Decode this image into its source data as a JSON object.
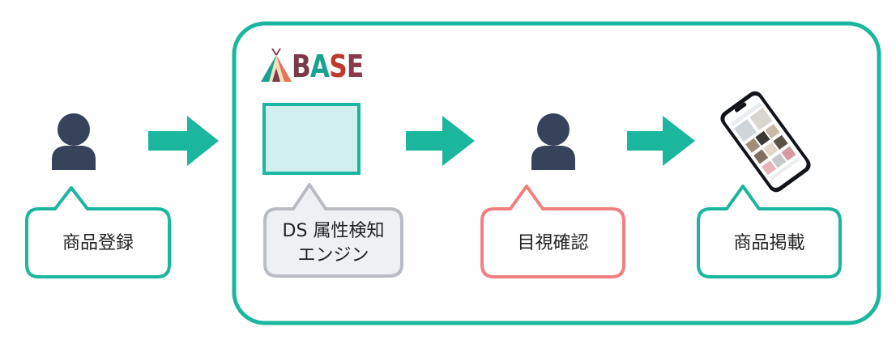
{
  "logo": {
    "letters": [
      {
        "char": "B",
        "color": "#7a3a4a"
      },
      {
        "char": "A",
        "color": "#1aa291"
      },
      {
        "char": "S",
        "color": "#c0392b"
      },
      {
        "char": "E",
        "color": "#8a3a4a"
      }
    ]
  },
  "nodes": {
    "product_registration": "商品登録",
    "engine": "DS 属性検知\nエンジン",
    "visual_check": "目視確認",
    "product_publish": "商品掲載"
  },
  "colors": {
    "teal": "#1ab69e",
    "person": "#36435a",
    "engine_box_fill": "#d1efec",
    "engine_bubble_fill": "#eef0f4",
    "engine_bubble_border": "#b9bcc2",
    "check_bubble_border": "#f08080"
  },
  "icons": [
    "person-icon",
    "smartphone-icon",
    "teepee-logo-icon",
    "arrow-right-icon"
  ]
}
